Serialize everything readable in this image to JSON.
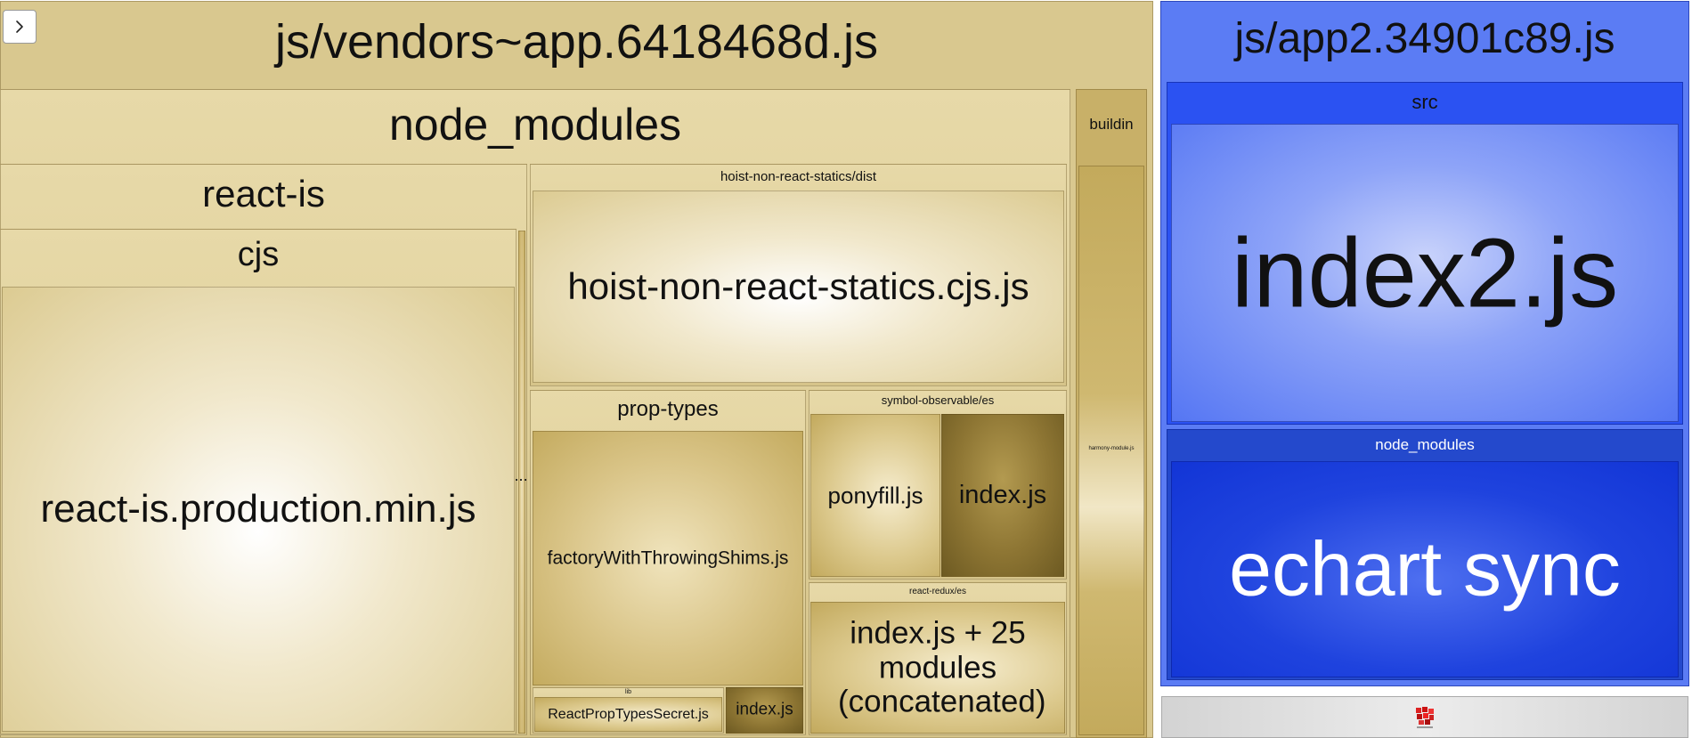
{
  "sidebar_toggle": {
    "icon": "chevron-right-icon"
  },
  "chunks": {
    "vendors": {
      "title": "js/vendors~app.6418468d.js",
      "node_modules": "node_modules",
      "react_is": "react-is",
      "cjs": "cjs",
      "react_is_prod": "react-is.production.min.js",
      "ellipsis": "...",
      "hoist_dist": "hoist-non-react-statics/dist",
      "hoist_cjs": "hoist-non-react-statics.cjs.js",
      "prop_types": "prop-types",
      "factory": "factoryWithThrowingShims.js",
      "lib": "lib",
      "secret": "ReactPropTypesSecret.js",
      "prop_types_index": "index.js",
      "symbol_observable": "symbol-observable/es",
      "ponyfill": "ponyfill.js",
      "symbol_index": "index.js",
      "react_redux": "react-redux/es",
      "react_redux_index": "index.js + 25 modules (concatenated)",
      "buildin": "buildin",
      "harmony": "harmony-module.js"
    },
    "app2": {
      "title": "js/app2.34901c89.js",
      "src": "src",
      "index2": "index2.js",
      "node_modules": "node_modules",
      "echart": "echart sync"
    }
  },
  "colors": {
    "vendors": "#d9c88f",
    "app2": "#5b7cf4",
    "app2_src": "#2b52f2",
    "app2_node_modules": "#1235d6",
    "other": "#d3d3d3"
  },
  "logo": {
    "icon": "webpack-logo-icon"
  }
}
